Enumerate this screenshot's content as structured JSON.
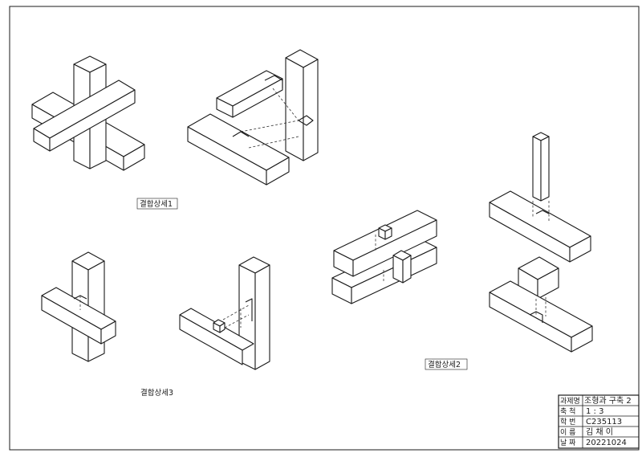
{
  "labels": {
    "detail1": "결합상세1",
    "detail2": "결합상세2",
    "detail3": "결합상세3"
  },
  "title_block": {
    "rows": [
      {
        "key": "과제명",
        "value": "조형과 구축 2"
      },
      {
        "key": "축 척",
        "value": "1 : 3"
      },
      {
        "key": "학 번",
        "value": "C235113"
      },
      {
        "key": "이 름",
        "value": "김 채 이"
      },
      {
        "key": "날 짜",
        "value": "20221024"
      }
    ]
  },
  "colors": {
    "line": "#1a1a1a",
    "paper": "#ffffff"
  }
}
